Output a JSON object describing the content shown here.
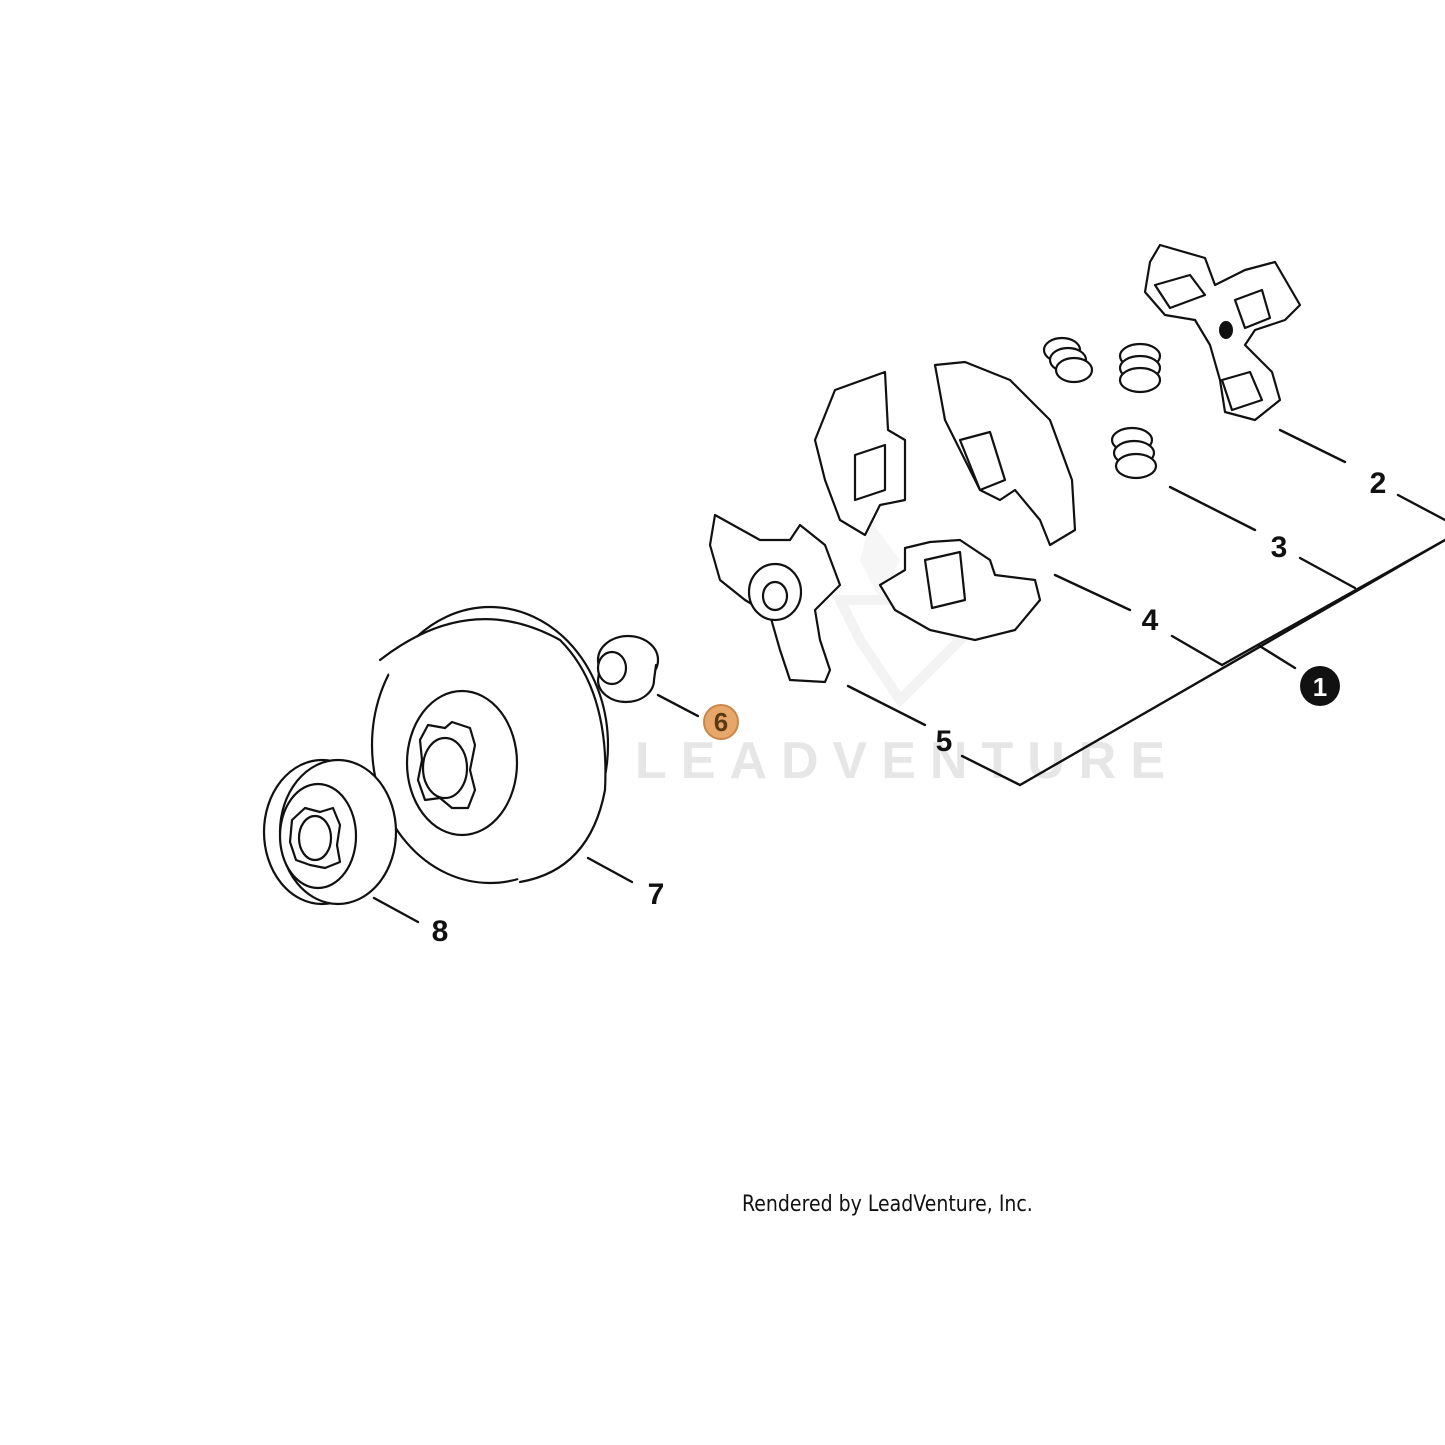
{
  "watermark": {
    "text": "LEADVENTURE"
  },
  "callouts": {
    "c1": "1",
    "c2": "2",
    "c3": "3",
    "c4": "4",
    "c5": "5",
    "c6": "6",
    "c7": "7",
    "c8": "8"
  },
  "highlight_color": "#e8a76a",
  "footer": {
    "text": "Rendered by LeadVenture, Inc."
  }
}
